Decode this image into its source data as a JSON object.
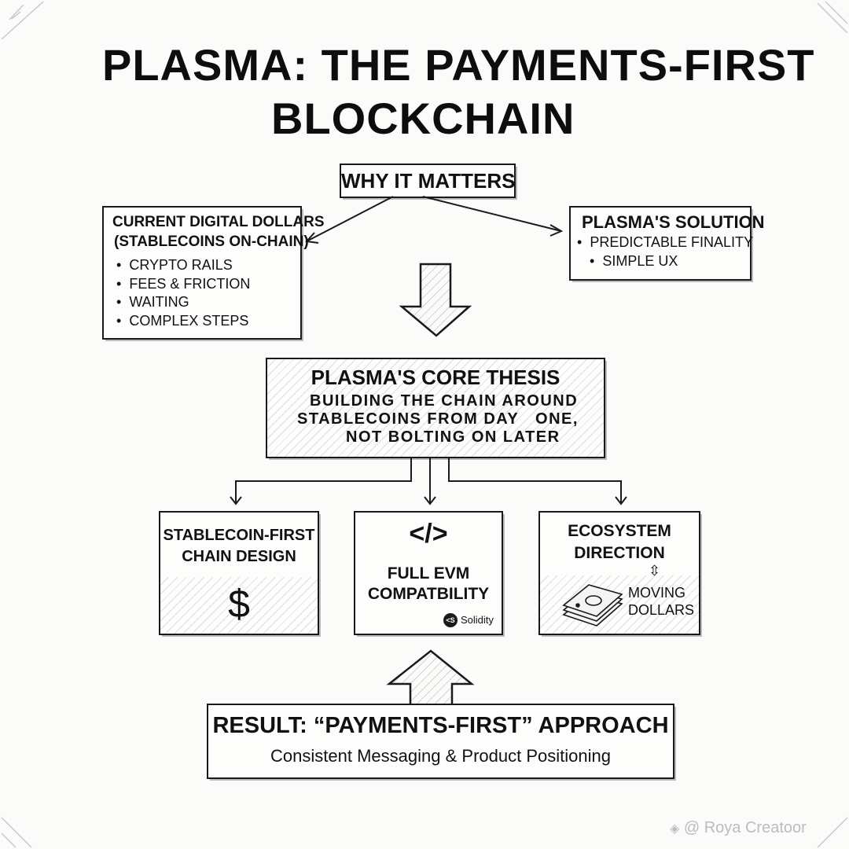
{
  "title": {
    "line1": "PLASMA: THE PAYMENTS-FIRST",
    "line2": "BLOCKCHAIN"
  },
  "why": {
    "label": "WHY IT MATTERS"
  },
  "current": {
    "heading1": "CURRENT DIGITAL DOLLARS",
    "heading2": "(STABLECOINS ON-CHAIN)",
    "bullets": [
      "CRYPTO RAILS",
      "FEES & FRICTION",
      "WAITING",
      "COMPLEX STEPS"
    ],
    "bullet_glyph": "•"
  },
  "solution": {
    "heading": "PLASMA'S SOLUTION",
    "bullets": [
      "PREDICTABLE FINALITY",
      "SIMPLE UX"
    ],
    "bullet_glyph": "•"
  },
  "thesis": {
    "heading": "PLASMA'S CORE THESIS",
    "lines": [
      "BUILDING THE CHAIN AROUND",
      "STABLECOINS FROM DAY   ONE,",
      "NOT BOLTING ON LATER"
    ]
  },
  "pillars": [
    {
      "title1": "STABLECOIN-FIRST",
      "title2": "CHAIN DESIGN",
      "icon": "$"
    },
    {
      "code_icon": "</>",
      "title1": "FULL EVM",
      "title2": "COMPATBILITY",
      "badge_icon": "<S",
      "badge_label": "Solidity"
    },
    {
      "title1": "ECOSYSTEM",
      "title2": "DIRECTION",
      "arrow": "⇳",
      "sub1": "MOVING",
      "sub2": "DOLLARS"
    }
  ],
  "result": {
    "heading": "RESULT: “PAYMENTS-FIRST” APPROACH",
    "subtitle": "Consistent Messaging & Product Positioning"
  },
  "watermark": {
    "text": "@ Roya Creatoor"
  }
}
